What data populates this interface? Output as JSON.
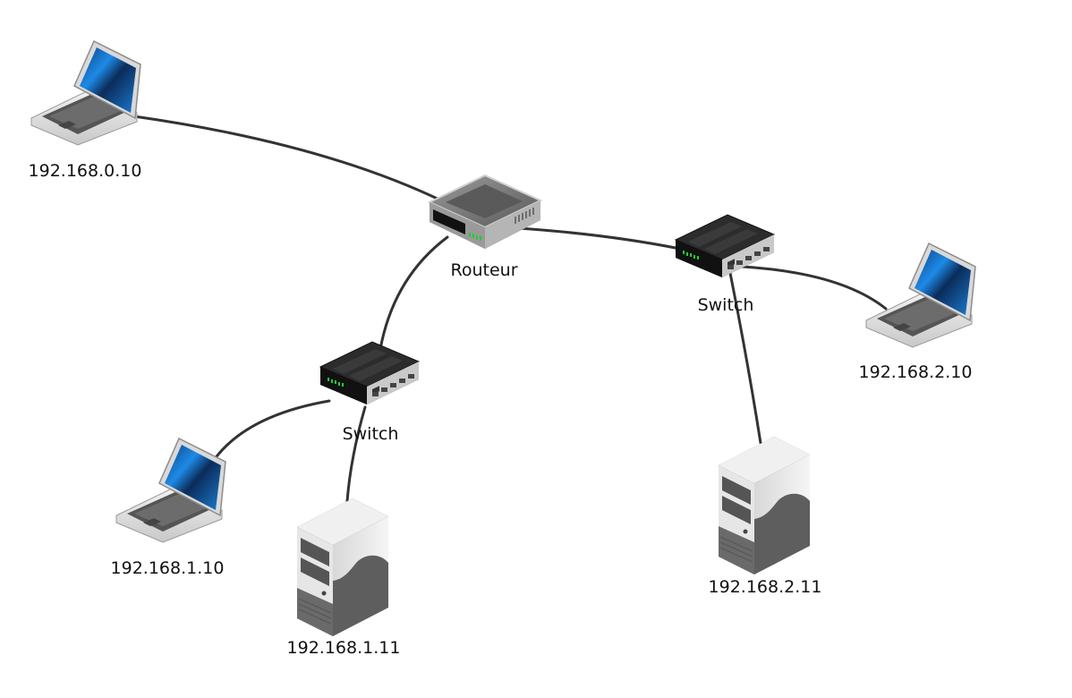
{
  "diagram": {
    "type": "network-topology",
    "nodes": [
      {
        "id": "laptop-0",
        "kind": "laptop",
        "label": "192.168.0.10"
      },
      {
        "id": "router",
        "kind": "router",
        "label": "Routeur"
      },
      {
        "id": "switch-2",
        "kind": "switch",
        "label": "Switch"
      },
      {
        "id": "laptop-2",
        "kind": "laptop",
        "label": "192.168.2.10"
      },
      {
        "id": "server-2",
        "kind": "server",
        "label": "192.168.2.11"
      },
      {
        "id": "switch-1",
        "kind": "switch",
        "label": "Switch"
      },
      {
        "id": "laptop-1",
        "kind": "laptop",
        "label": "192.168.1.10"
      },
      {
        "id": "server-1",
        "kind": "server",
        "label": "192.168.1.11"
      }
    ],
    "links": [
      {
        "from": "laptop-0",
        "to": "router"
      },
      {
        "from": "router",
        "to": "switch-2"
      },
      {
        "from": "router",
        "to": "switch-1"
      },
      {
        "from": "switch-2",
        "to": "laptop-2"
      },
      {
        "from": "switch-2",
        "to": "server-2"
      },
      {
        "from": "switch-1",
        "to": "laptop-1"
      },
      {
        "from": "switch-1",
        "to": "server-1"
      }
    ],
    "colors": {
      "link": "#333333",
      "screen": "#1e7fd6",
      "led": "#22cc33"
    }
  }
}
